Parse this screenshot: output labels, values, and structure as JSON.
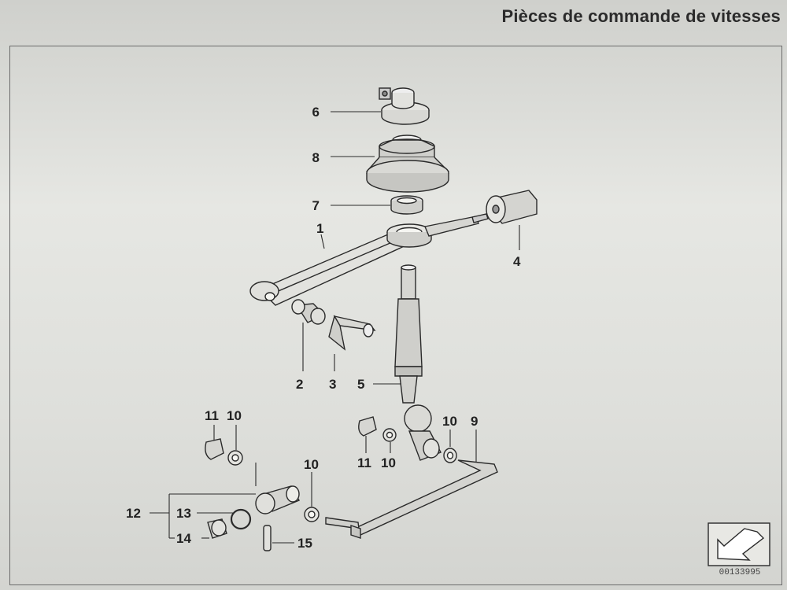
{
  "title": "Pièces de commande de vitesses",
  "catalog_number": "00133995",
  "callouts": {
    "c1": "1",
    "c2": "2",
    "c3": "3",
    "c4": "4",
    "c5": "5",
    "c6": "6",
    "c7": "7",
    "c8": "8",
    "c9": "9",
    "c10a": "10",
    "c10b": "10",
    "c10c": "10",
    "c10d": "10",
    "c11a": "11",
    "c11b": "11",
    "c12": "12",
    "c13": "13",
    "c14": "14",
    "c15": "15"
  }
}
